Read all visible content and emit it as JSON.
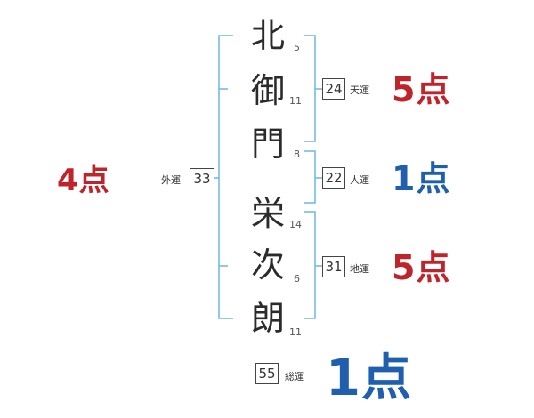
{
  "name": {
    "chars": [
      {
        "char": "北",
        "strokes": "5"
      },
      {
        "char": "御",
        "strokes": "11"
      },
      {
        "char": "門",
        "strokes": "8"
      },
      {
        "char": "栄",
        "strokes": "14"
      },
      {
        "char": "次",
        "strokes": "6"
      },
      {
        "char": "朗",
        "strokes": "11"
      }
    ]
  },
  "fortunes": {
    "tenkaku": {
      "value": "24",
      "label": "天運",
      "score": "5点",
      "color": "#c0242b"
    },
    "jinkaku": {
      "value": "22",
      "label": "人運",
      "score": "1点",
      "color": "#1f5fae"
    },
    "chikaku": {
      "value": "31",
      "label": "地運",
      "score": "5点",
      "color": "#c0242b"
    },
    "gaikaku": {
      "value": "33",
      "label": "外運",
      "score": "4点",
      "color": "#c0242b"
    },
    "soukaku": {
      "value": "55",
      "label": "総運",
      "score": "1点",
      "color": "#1f5fae"
    }
  },
  "colors": {
    "bracket": "#6ab7e6"
  }
}
